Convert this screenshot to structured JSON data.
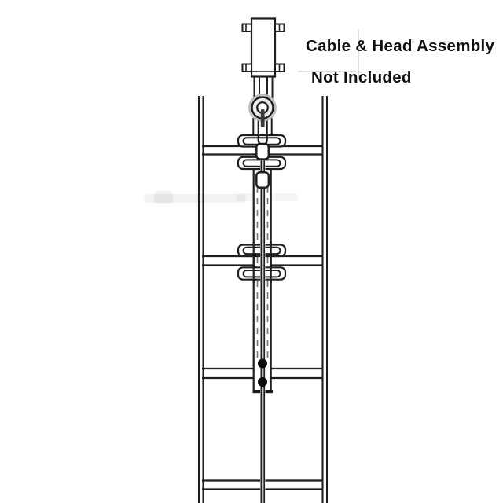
{
  "title": "Ladder safety climb system diagram",
  "annotation": {
    "line1": "Cable & Head Assembly",
    "line2": "Not Included"
  },
  "colors": {
    "ink": "#1f1f1f",
    "background": "#ffffff",
    "dash": "#777777",
    "halo": "#b9b9b9",
    "hole": "#0d0d0d",
    "artifact": "#cccccc"
  },
  "parts": [
    "ladder-left-rail",
    "ladder-right-rail",
    "ladder-rung",
    "head-assembly-bracket",
    "mounting-bolt",
    "eye-thimble",
    "clevis-plates",
    "chain-link",
    "cable-guide-upper",
    "cable-guide-lower",
    "carrier-rail",
    "safety-cable",
    "mounting-hole"
  ]
}
